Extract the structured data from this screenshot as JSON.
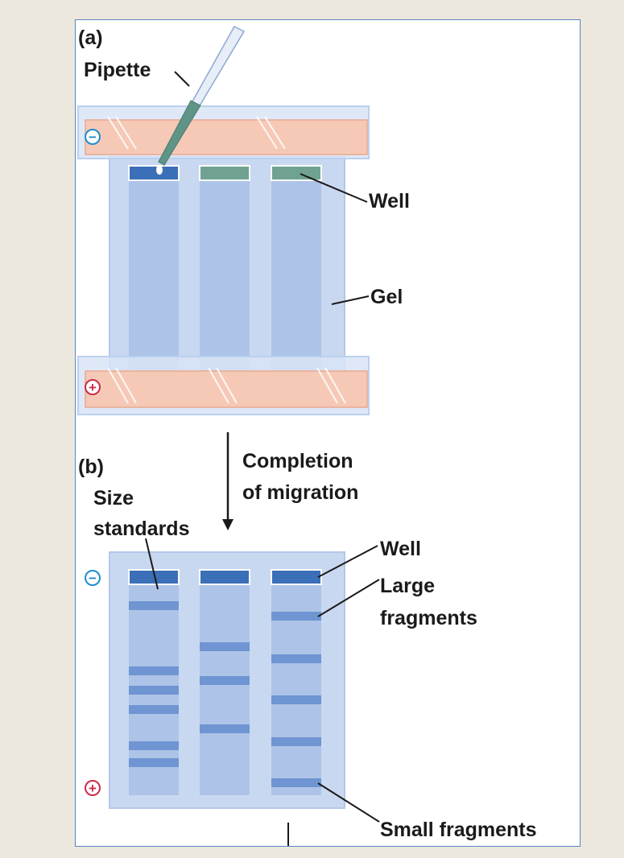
{
  "panel_a": {
    "label": "(a)",
    "pipette_label": "Pipette",
    "well_label": "Well",
    "gel_label": "Gel",
    "negative_symbol": "−",
    "positive_symbol": "+"
  },
  "arrow_text": {
    "line1": "Completion",
    "line2": "of migration"
  },
  "panel_b": {
    "label": "(b)",
    "size_standards_line1": "Size",
    "size_standards_line2": "standards",
    "well_label": "Well",
    "large_fragments_line1": "Large",
    "large_fragments_line2": "fragments",
    "small_fragments_label": "Small fragments",
    "negative_symbol": "−",
    "positive_symbol": "+"
  },
  "colors": {
    "gel": "#c9d8f1",
    "lane": "#adc3e7",
    "electrode_buffer": "#f6c9b6",
    "loaded_well": "#3b6fb8",
    "sample_well": "#6fa291",
    "band": "#6f95d2",
    "negative": "#1c8fcf",
    "positive": "#cc2b48"
  }
}
